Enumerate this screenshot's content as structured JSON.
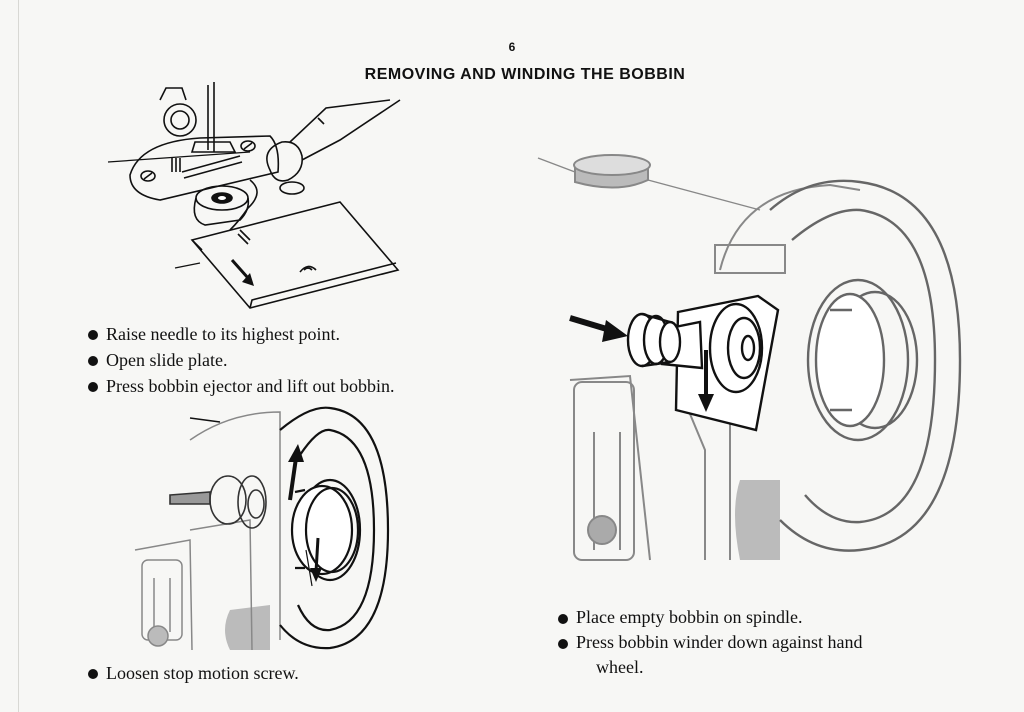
{
  "page": {
    "number": "6",
    "title": "REMOVING AND WINDING THE BOBBIN"
  },
  "steps_removing": [
    "Raise needle to its highest point.",
    "Open slide plate.",
    "Press bobbin ejector and lift out bobbin."
  ],
  "steps_stop_motion": [
    "Loosen stop motion screw."
  ],
  "steps_winding": [
    "Place empty bobbin on spindle.",
    "Press bobbin winder down against hand",
    "wheel."
  ]
}
